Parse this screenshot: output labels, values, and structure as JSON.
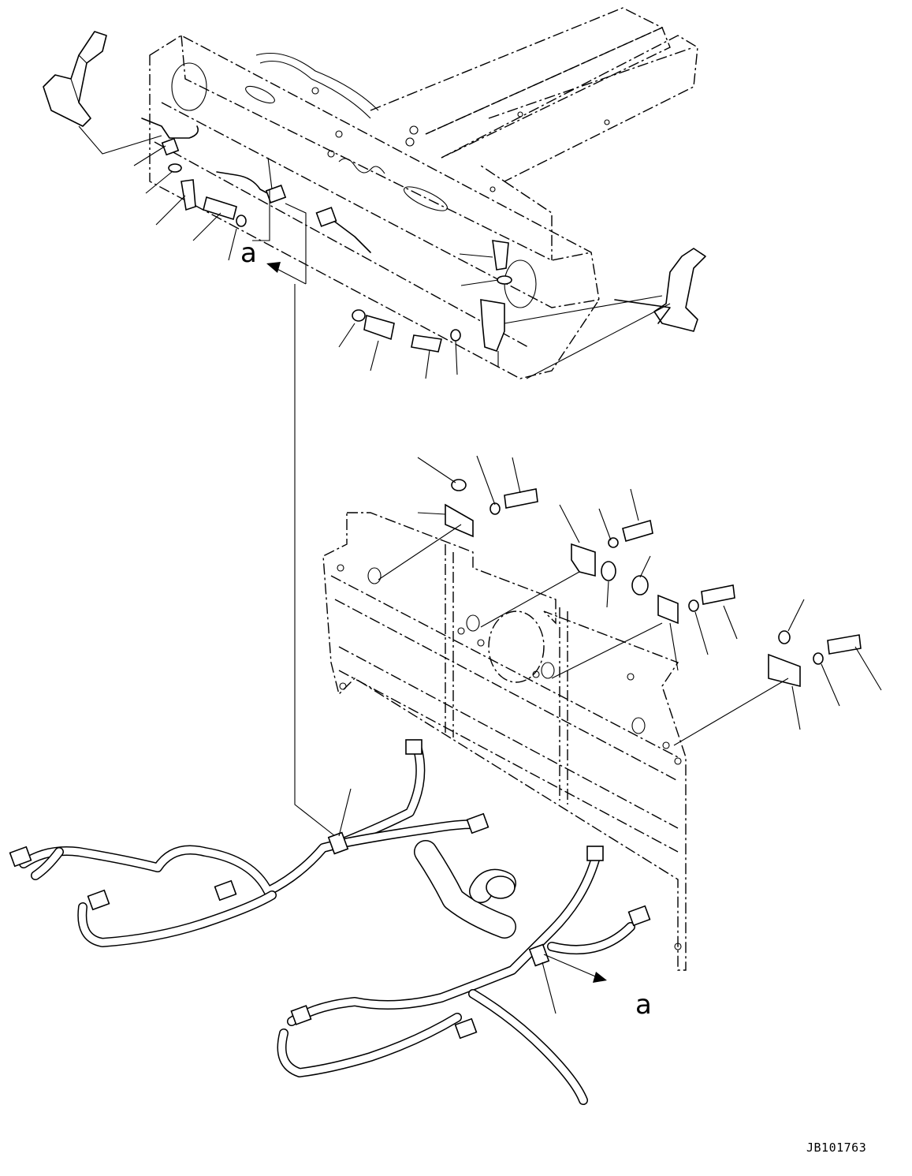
{
  "callout_letter_top": "a",
  "callout_letter_bottom": "a",
  "drawing_number": "JB101763"
}
